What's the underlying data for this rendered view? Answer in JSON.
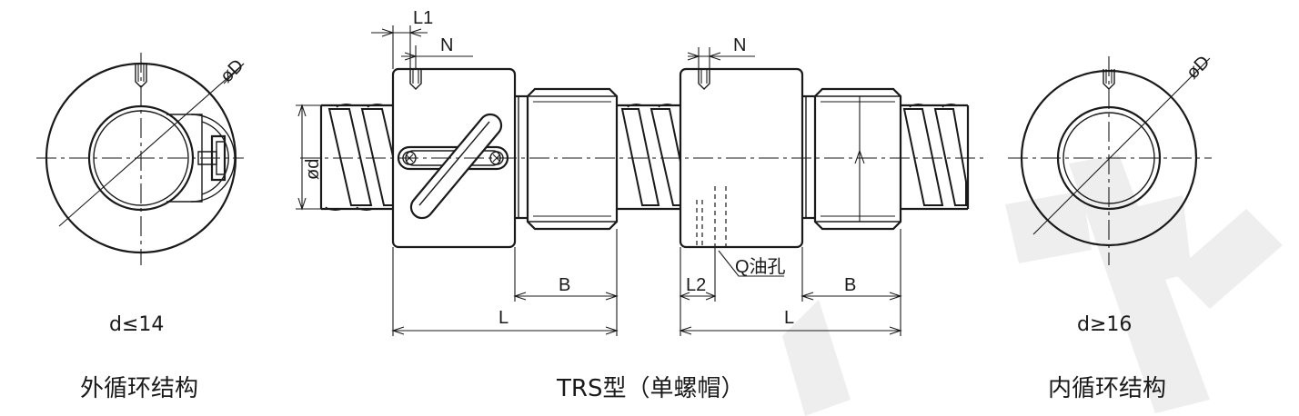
{
  "dimensions": {
    "L1": "L1",
    "N": "N",
    "D": "øD",
    "d": "ød",
    "B": "B",
    "L": "L",
    "L2": "L2",
    "oil_hole": "Q油孔"
  },
  "captions": {
    "left_condition": "d≤14",
    "right_condition": "d≥16",
    "left_title": "外循环结构",
    "center_title": "TRS型（单螺帽）",
    "right_title": "内循环结构"
  }
}
